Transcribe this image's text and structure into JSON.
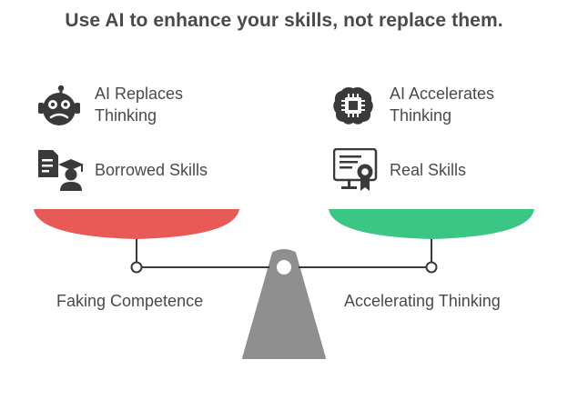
{
  "title": "Use AI to enhance your skills, not replace them.",
  "left_side": {
    "items": [
      {
        "label_line1": "AI Replaces",
        "label_line2": "Thinking",
        "icon": "frustrated-robot-icon"
      },
      {
        "label": "Borrowed Skills",
        "icon": "graduate-certificate-icon"
      }
    ],
    "pan_label": "Faking Competence",
    "pan_color": "#e85a55"
  },
  "right_side": {
    "items": [
      {
        "label_line1": "AI Accelerates",
        "label_line2": "Thinking",
        "icon": "ai-chip-brain-icon"
      },
      {
        "label": "Real Skills",
        "icon": "certificate-badge-icon"
      }
    ],
    "pan_label": "Accelerating Thinking",
    "pan_color": "#3cc686"
  },
  "colors": {
    "text": "#4a4a4a",
    "icon": "#3a3a3a",
    "beam": "#3a3a3a",
    "fulcrum": "#8f8f8f"
  }
}
